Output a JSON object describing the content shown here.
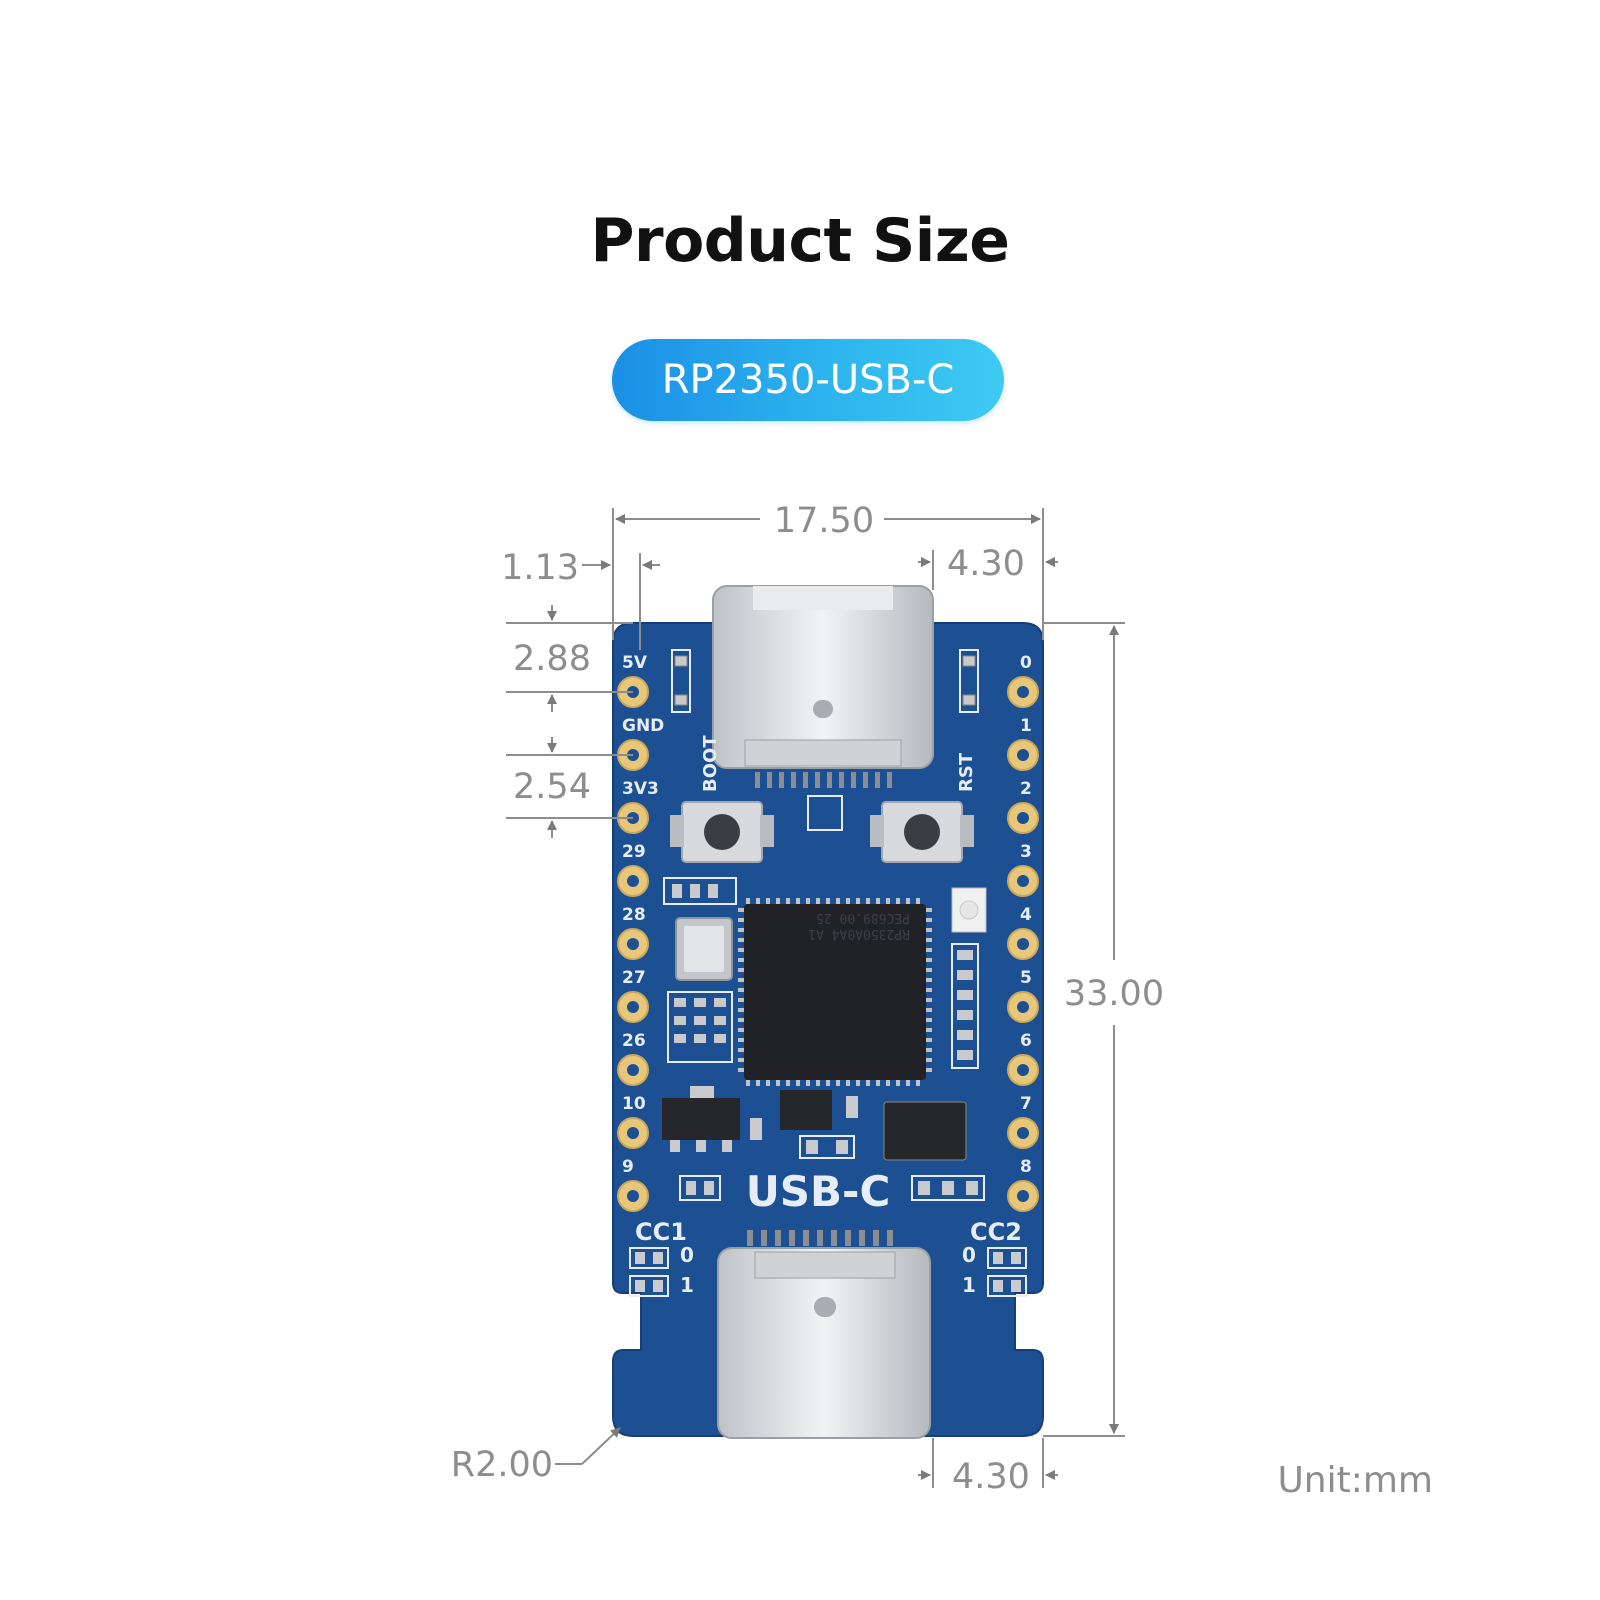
{
  "header": {
    "title": "Product Size",
    "model_badge": "RP2350-USB-C"
  },
  "dimensions": {
    "total_width": "17.50",
    "edge_offset": "1.13",
    "top_usb_offset": "4.30",
    "first_pin_offset": "2.88",
    "pin_pitch": "2.54",
    "total_height": "33.00",
    "corner_radius": "R2.00",
    "bottom_usb_offset": "4.30"
  },
  "unit_label": "Unit:mm",
  "board": {
    "left_pin_labels": [
      "5V",
      "GND",
      "3V3",
      "29",
      "28",
      "27",
      "26",
      "10",
      "9"
    ],
    "right_pin_labels": [
      "0",
      "1",
      "2",
      "3",
      "4",
      "5",
      "6",
      "7",
      "8"
    ],
    "boot_label": "BOOT",
    "reset_label": "RST",
    "usb_label": "USB-C",
    "cc1_label": "CC1",
    "cc2_label": "CC2",
    "jumper_0": "0",
    "jumper_1": "1",
    "chip_marking": [
      "RP2350A0A4 A1",
      "PEC689.00 25"
    ],
    "colors": {
      "pcb": "#1d4f93",
      "pad": "#e8c77a",
      "accent": "#2aa6ec"
    }
  }
}
